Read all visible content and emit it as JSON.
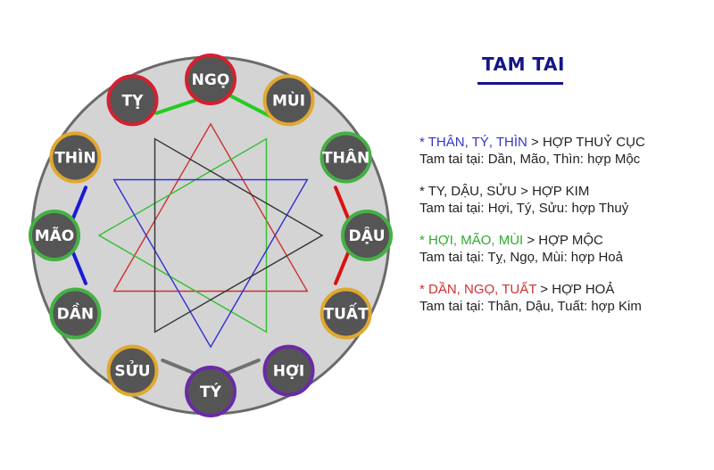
{
  "title": "TAM TAI",
  "nodes": [
    {
      "label": "NGỌ",
      "ring": "#d42030"
    },
    {
      "label": "MÙI",
      "ring": "#e0a830"
    },
    {
      "label": "THÂN",
      "ring": "#44b044"
    },
    {
      "label": "DẬU",
      "ring": "#44b044"
    },
    {
      "label": "TUẤT",
      "ring": "#e0a830"
    },
    {
      "label": "HỢI",
      "ring": "#6a2aa8"
    },
    {
      "label": "TÝ",
      "ring": "#6a2aa8"
    },
    {
      "label": "SỬU",
      "ring": "#e0a830"
    },
    {
      "label": "DẦN",
      "ring": "#44b044"
    },
    {
      "label": "MÃO",
      "ring": "#44b044"
    },
    {
      "label": "THÌN",
      "ring": "#e0a830"
    },
    {
      "label": "TỴ",
      "ring": "#d42030"
    }
  ],
  "colors": {
    "disc": "#d4d4d4",
    "disc_border": "#6a6a6a",
    "node_fill": "#555555",
    "brace_green": "#22cc22",
    "brace_red": "#dd1111",
    "brace_blue": "#1a1ad8",
    "brace_gray": "#707070",
    "star_blue": "#3030d0",
    "star_green": "#30c030",
    "star_red": "#d03030",
    "star_black": "#333333"
  },
  "groups": [
    {
      "members": "* THÂN, TÝ, THÌN",
      "result": " > HỢP THUỶ CỤC",
      "detail": "Tam tai tại: Dần, Mão, Thìn: hợp Mộc",
      "color": "#3535c5"
    },
    {
      "members": "* TY, DẬU, SỬU",
      "result": " > HỢP KIM",
      "detail": "Tam tai tại: Hợi, Tý, Sửu: hợp Thuỷ",
      "color": "#222222"
    },
    {
      "members": "* HỢI, MÃO, MÙI",
      "result": " > HỢP MỘC",
      "detail": "Tam tai tại: Tỵ, Ngọ, Mùi: hợp Hoả",
      "color": "#2eaa2e"
    },
    {
      "members": "* DẦN, NGỌ, TUẤT",
      "result": " > HỢP HOẢ",
      "detail": "Tam tai tại: Thân, Dậu, Tuất: hợp Kim",
      "color": "#d03030"
    }
  ]
}
